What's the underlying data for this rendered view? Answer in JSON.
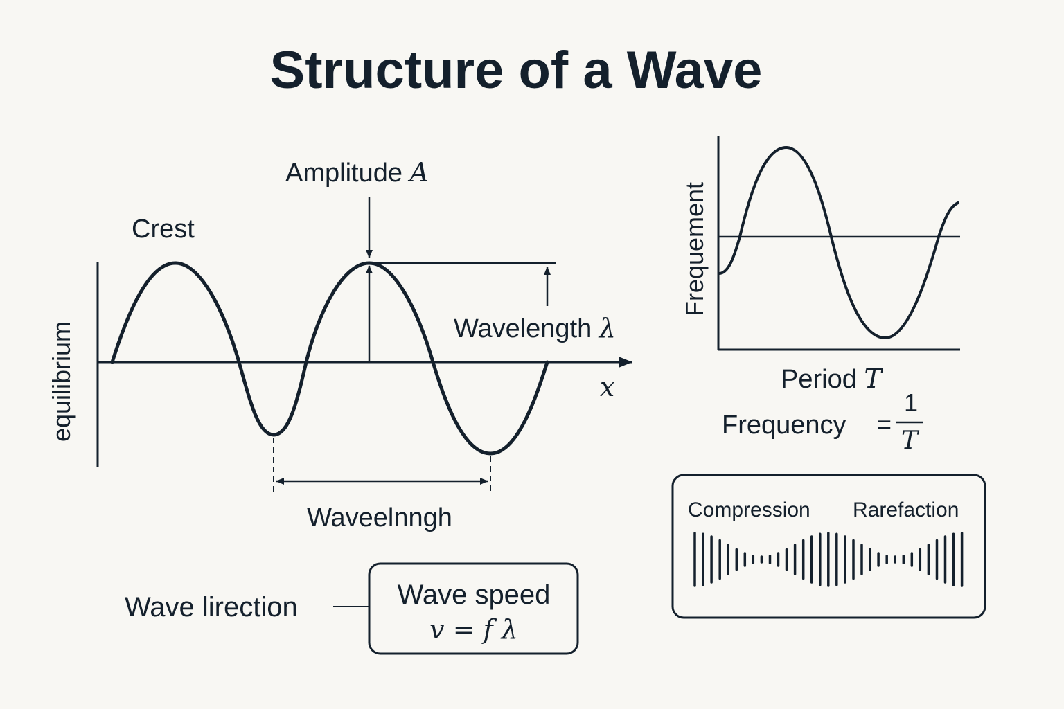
{
  "title": "Structure of a Wave",
  "main_wave": {
    "label_crest": "Crest",
    "label_amplitude": "Amplitude",
    "symbol_amplitude": "A",
    "label_wavelength_right": "Wavelength",
    "symbol_lambda": "λ",
    "axis_symbol": "x",
    "label_equilibrium": "equilibrium",
    "label_wavelength_bottom": "Waveelnngh"
  },
  "speed_section": {
    "label_direction": "Wave lirection",
    "box_title": "Wave speed",
    "formula": "v = f λ"
  },
  "time_graph": {
    "ylabel": "Frequement",
    "label_period": "Period",
    "symbol_period": "T",
    "label_frequency": "Frequency",
    "frequency_equals": "=",
    "fraction_numerator": "1",
    "fraction_denominator": "T"
  },
  "longitudinal": {
    "label_compression": "Compression",
    "label_rarefaction": "Rarefaction"
  },
  "colors": {
    "ink": "#14202c",
    "background": "#f8f7f3"
  }
}
